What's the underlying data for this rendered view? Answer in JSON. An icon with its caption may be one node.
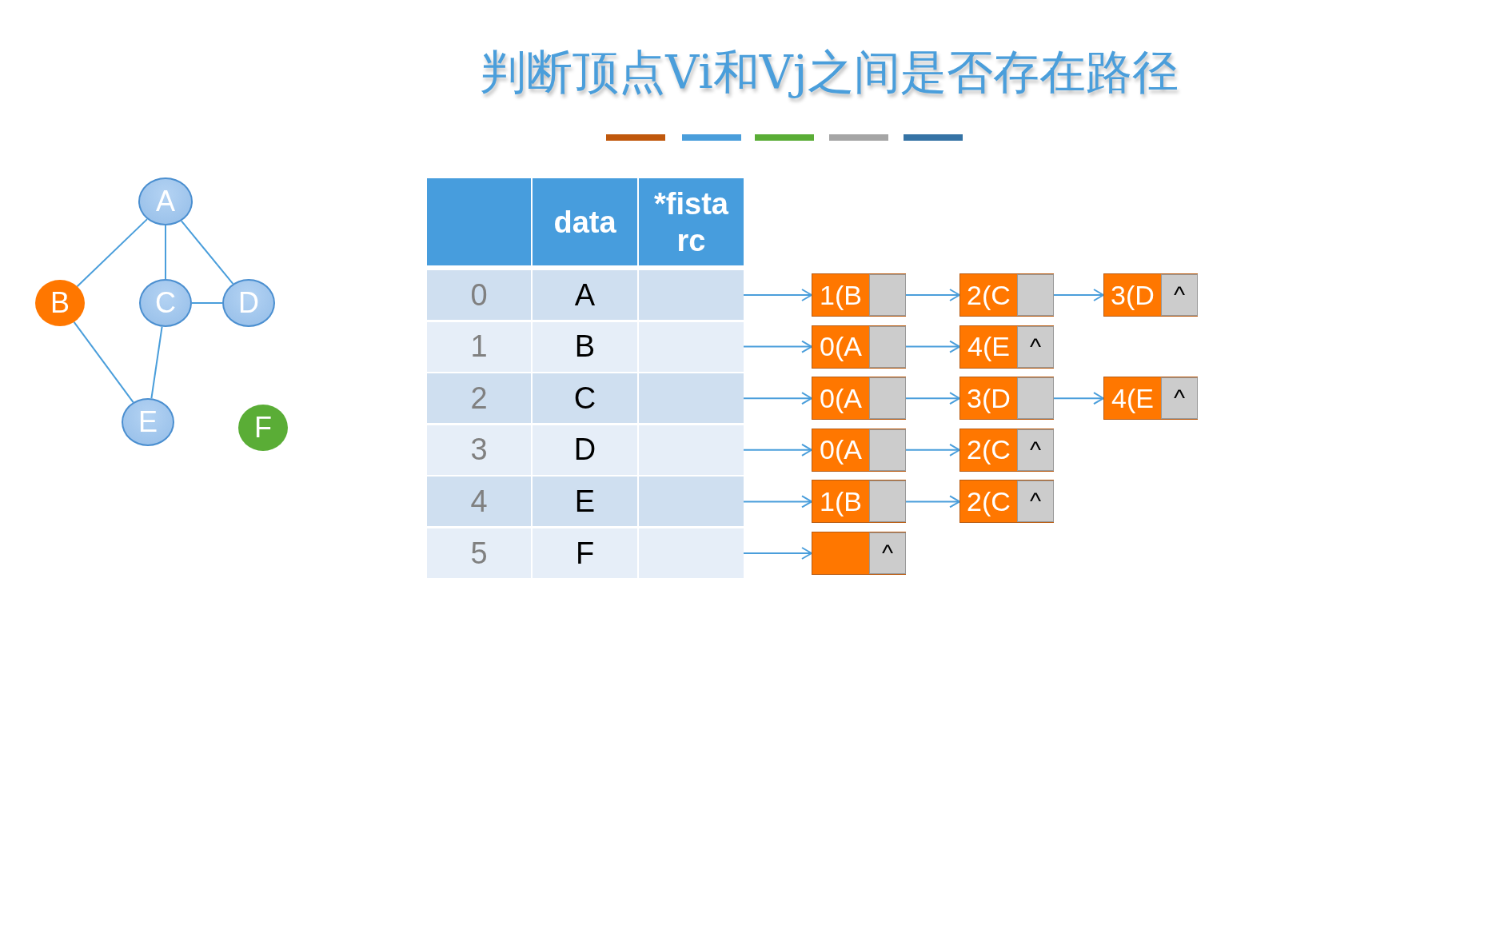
{
  "diagram": {
    "title": "判断顶点Vi和Vj之间是否存在路径",
    "nodes": [
      {
        "text": [
          "A"
        ]
      },
      {
        "text": [
          "B"
        ]
      },
      {
        "text": [
          "C"
        ]
      },
      {
        "text": [
          "D"
        ]
      },
      {
        "text": [
          "E"
        ]
      },
      {
        "text": [
          "F"
        ]
      },
      {
        "text": [],
        "shape": "box"
      },
      {
        "text": [],
        "shape": "box"
      },
      {
        "text": [],
        "shape": "box"
      },
      {
        "text": [],
        "shape": "box"
      },
      {
        "text": [],
        "shape": "box"
      },
      {
        "text": [],
        "shape": "box"
      },
      {
        "text": [
          "1(B"
        ]
      },
      {
        "text": [
          "2(C"
        ]
      },
      {
        "text": [
          "3(D",
          "^"
        ]
      },
      {
        "text": [
          "0(A"
        ]
      },
      {
        "text": [
          "4(E",
          "^"
        ]
      },
      {
        "text": [
          "0(A"
        ]
      },
      {
        "text": [
          "3(D"
        ]
      },
      {
        "text": [
          "4(E",
          "^"
        ]
      },
      {
        "text": [
          "0(A"
        ]
      },
      {
        "text": [
          "2(C",
          "^"
        ]
      },
      {
        "text": [
          "1(B"
        ]
      },
      {
        "text": [
          "2(C",
          "^"
        ]
      },
      {
        "text": [
          "^"
        ]
      }
    ],
    "edges": [
      {
        "from": 0,
        "to": 1,
        "arrow": "none"
      },
      {
        "from": 0,
        "to": 2,
        "arrow": "none"
      },
      {
        "from": 0,
        "to": 3,
        "arrow": "none"
      },
      {
        "from": 1,
        "to": 4,
        "arrow": "none"
      },
      {
        "from": 2,
        "to": 3,
        "arrow": "none"
      },
      {
        "from": 2,
        "to": 4,
        "arrow": "none"
      },
      {
        "from": 6,
        "to": 12,
        "arrow": "to"
      },
      {
        "from": 12,
        "to": 13,
        "arrow": "to"
      },
      {
        "from": 13,
        "to": 14,
        "arrow": "to"
      },
      {
        "from": 7,
        "to": 15,
        "arrow": "to"
      },
      {
        "from": 15,
        "to": 16,
        "arrow": "to"
      },
      {
        "from": 8,
        "to": 17,
        "arrow": "to"
      },
      {
        "from": 17,
        "to": 18,
        "arrow": "to"
      },
      {
        "from": 18,
        "to": 19,
        "arrow": "to"
      },
      {
        "from": 9,
        "to": 20,
        "arrow": "to"
      },
      {
        "from": 20,
        "to": 21,
        "arrow": "to"
      },
      {
        "from": 10,
        "to": 22,
        "arrow": "to"
      },
      {
        "from": 22,
        "to": 23,
        "arrow": "to"
      },
      {
        "from": 11,
        "to": 24,
        "arrow": "to"
      }
    ],
    "labels": [
      "data",
      "*fista rc",
      "0",
      "A",
      "1",
      "B",
      "2",
      "C",
      "3",
      "D",
      "4",
      "E",
      "5",
      "F"
    ]
  }
}
